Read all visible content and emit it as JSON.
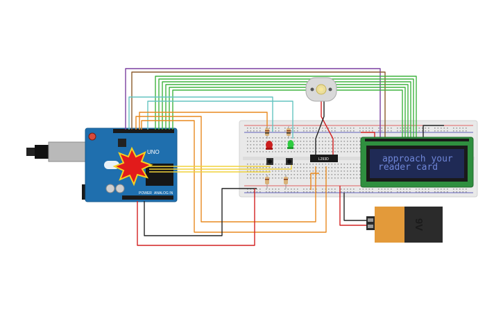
{
  "canvas": {
    "background": "#ffffff"
  },
  "arduino": {
    "board_label": "UNO",
    "power_label": "POWER",
    "analog_label": "ANALOG IN",
    "board_color": "#1f6fae",
    "reset_icon": "reset-button-icon",
    "alert_icon": "burst-alert-icon"
  },
  "breadboard": {
    "color": "#e9e9e9"
  },
  "chip": {
    "label": "L293D"
  },
  "lcd": {
    "line1": "approach your",
    "line2": "reader card",
    "screen_color": "#1f2a55",
    "bezel_color": "#2f8f3f"
  },
  "battery": {
    "label": "9V",
    "color": "#e39a3a"
  },
  "motor": {
    "icon": "dc-motor-icon"
  },
  "leds": {
    "red": "#cc1f1f",
    "green": "#2ecc40"
  },
  "wire_colors": {
    "purple": "#7a3fa0",
    "brown": "#8a5a2b",
    "green": "#3fb43f",
    "teal": "#63c4c0",
    "orange": "#e8891e",
    "yellow": "#f0d23a",
    "red": "#d22020",
    "black": "#222222"
  }
}
